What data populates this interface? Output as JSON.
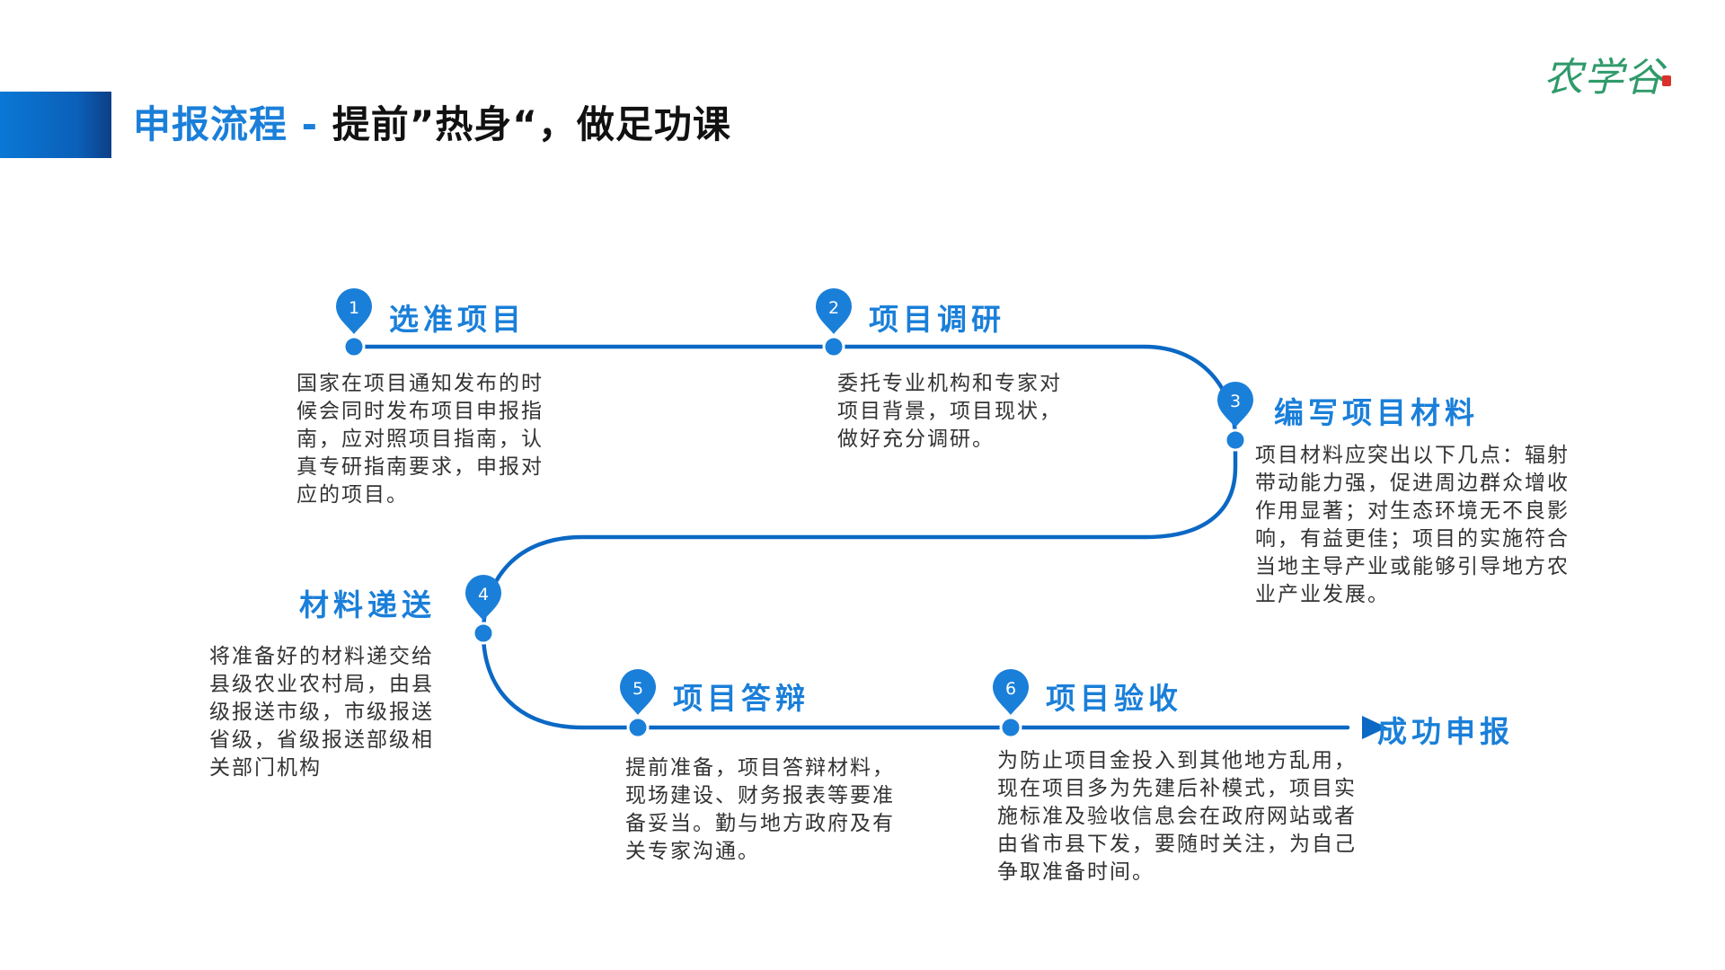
{
  "header": {
    "title_main": "申报流程",
    "title_sep": " - ",
    "title_sub": "提前”热身“，做足功课",
    "logo_text": "农学谷"
  },
  "colors": {
    "accent": "#1a7fd9",
    "accent_dark": "#0d3f86",
    "text": "#333333",
    "logo": "#2f9a6a"
  },
  "steps": [
    {
      "number": "1",
      "title": "选准项目",
      "desc": "国家在项目通知发布的时候会同时发布项目申报指南，应对照项目指南，认真专研指南要求，申报对应的项目。"
    },
    {
      "number": "2",
      "title": "项目调研",
      "desc": "委托专业机构和专家对项目背景，项目现状，做好充分调研。"
    },
    {
      "number": "3",
      "title": "编写项目材料",
      "desc": "项目材料应突出以下几点：辐射带动能力强，促进周边群众增收作用显著；对生态环境无不良影响，有益更佳；项目的实施符合当地主导产业或能够引导地方农业产业发展。"
    },
    {
      "number": "4",
      "title": "材料递送",
      "desc": "将准备好的材料递交给县级农业农村局，由县级报送市级，市级报送省级，省级报送部级相关部门机构"
    },
    {
      "number": "5",
      "title": "项目答辩",
      "desc": "提前准备，项目答辩材料，现场建设、财务报表等要准备妥当。勤与地方政府及有关专家沟通。"
    },
    {
      "number": "6",
      "title": "项目验收",
      "desc": "为防止项目金投入到其他地方乱用，现在项目多为先建后补模式，项目实施标准及验收信息会在政府网站或者由省市县下发，要随时关注，为自己争取准备时间。"
    }
  ],
  "end_label": "成功申报"
}
